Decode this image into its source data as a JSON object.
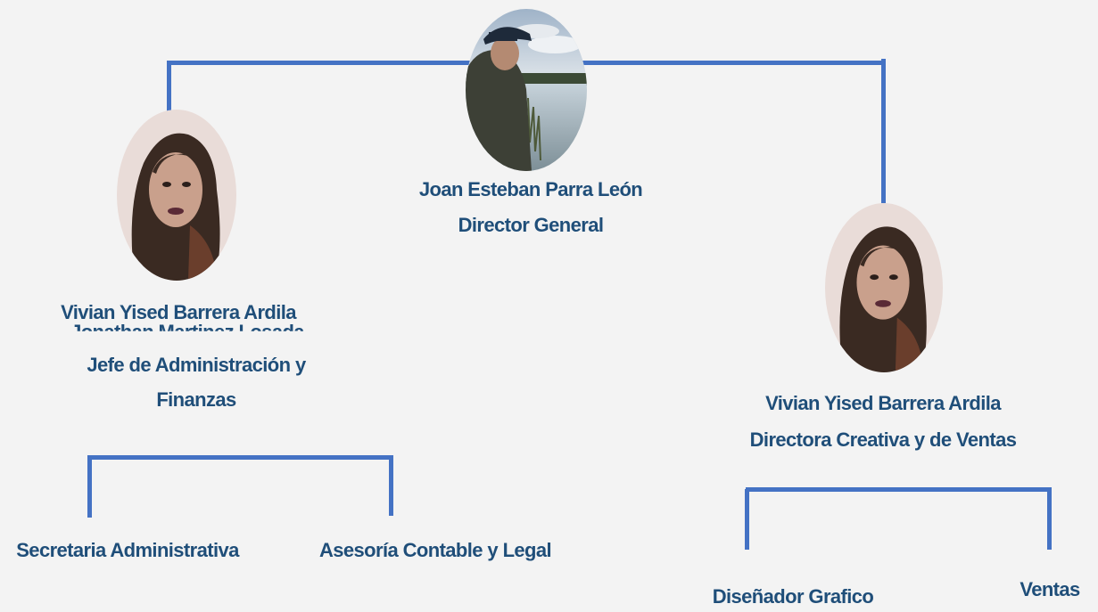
{
  "director": {
    "name": "Joan Esteban Parra León",
    "role": "Director General",
    "photo": "man-by-lake-photo"
  },
  "admin_head": {
    "name": "Vivian Yised Barrera Ardila",
    "hidden_name": "Jonathan Martinez Losada",
    "role_line1": "Jefe de Administración y",
    "role_line2": "Finanzas",
    "photo": "woman-portrait-photo"
  },
  "creative_head": {
    "name": "Vivian Yised Barrera Ardila",
    "role": "Directora Creativa y de Ventas",
    "photo": "woman-portrait-photo"
  },
  "admin_units": [
    "Secretaria Administrativa",
    "Asesoría Contable y Legal"
  ],
  "creative_units": [
    "Diseñador Grafico",
    "Ventas"
  ],
  "colors": {
    "connector": "#4472c4",
    "text": "#1f4e79",
    "background": "#f3f3f3"
  }
}
